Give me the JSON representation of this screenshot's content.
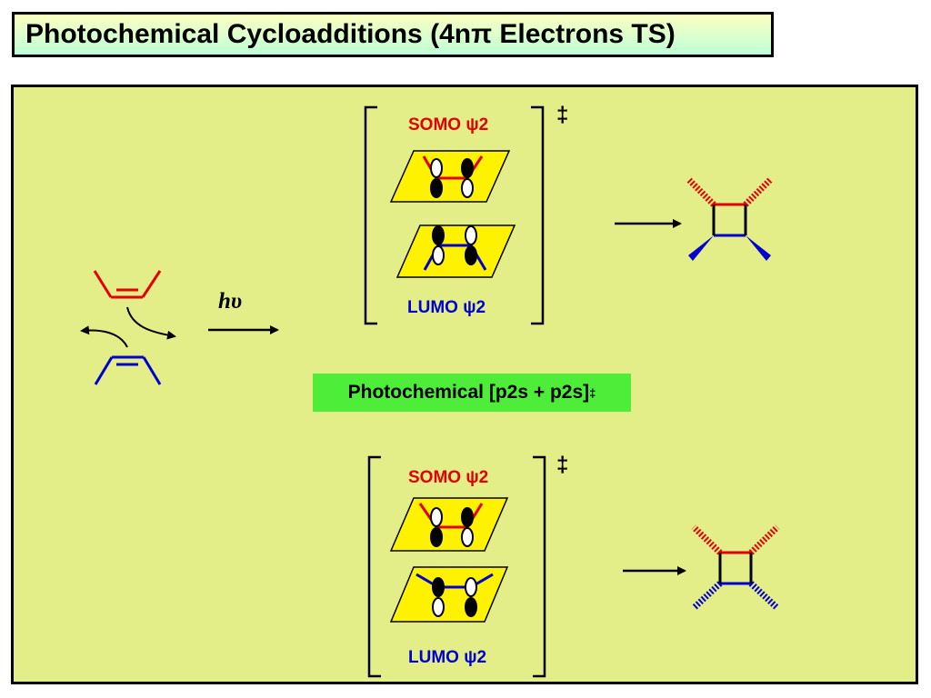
{
  "title": "Photochemical Cycloadditions (4nπ Electrons TS)",
  "reaction_condition": "hυ",
  "center_label": {
    "text": "Photochemical [p2s + p2s]",
    "mark": "‡"
  },
  "top_ts": {
    "somo": "SOMO ψ2",
    "lumo": "LUMO ψ2",
    "mark": "‡"
  },
  "bottom_ts": {
    "somo": "SOMO ψ2",
    "lumo": "LUMO ψ2",
    "mark": "‡"
  },
  "colors": {
    "red": "#e20000",
    "blue": "#0000d0",
    "plane": "#fff200",
    "panel": "#e4ee88",
    "label_bg": "#4ded3a"
  }
}
